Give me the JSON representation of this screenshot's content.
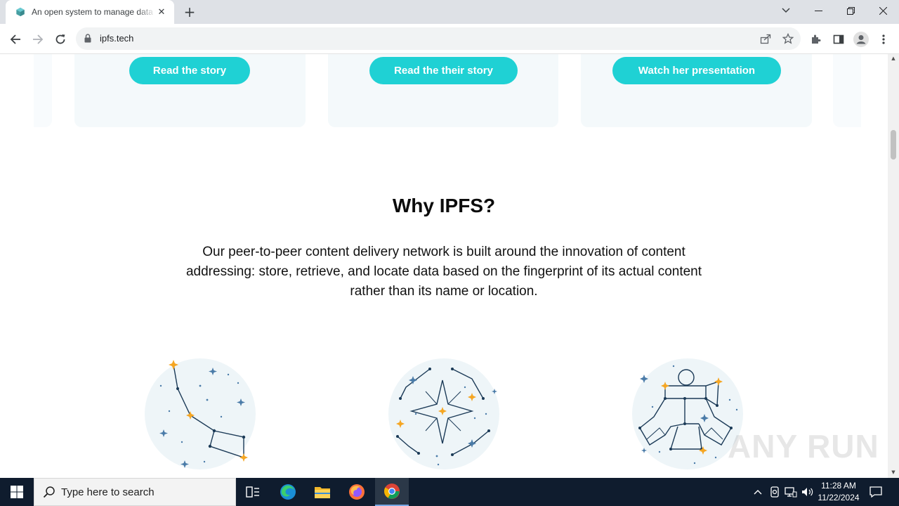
{
  "browser": {
    "tab_title": "An open system to manage data without a central server",
    "url": "ipfs.tech"
  },
  "page": {
    "cards": [
      {
        "button_label": "Read the story"
      },
      {
        "button_label": "Read the their story"
      },
      {
        "button_label": "Watch her presentation"
      }
    ],
    "why_title": "Why IPFS?",
    "why_body": "Our peer-to-peer content delivery network is built around the innovation of content addressing: store, retrieve, and locate data based on the fingerprint of its actual content rather than its name or location."
  },
  "taskbar": {
    "search_placeholder": "Type here to search",
    "time": "11:28 AM",
    "date": "11/22/2024"
  },
  "watermark": "ANY RUN",
  "colors": {
    "accent_button": "#1fd1d4",
    "card_bg": "#f4f9fb",
    "star_orange": "#f5a623",
    "star_blue": "#4a7ba8",
    "line_dark": "#1b3a57"
  }
}
